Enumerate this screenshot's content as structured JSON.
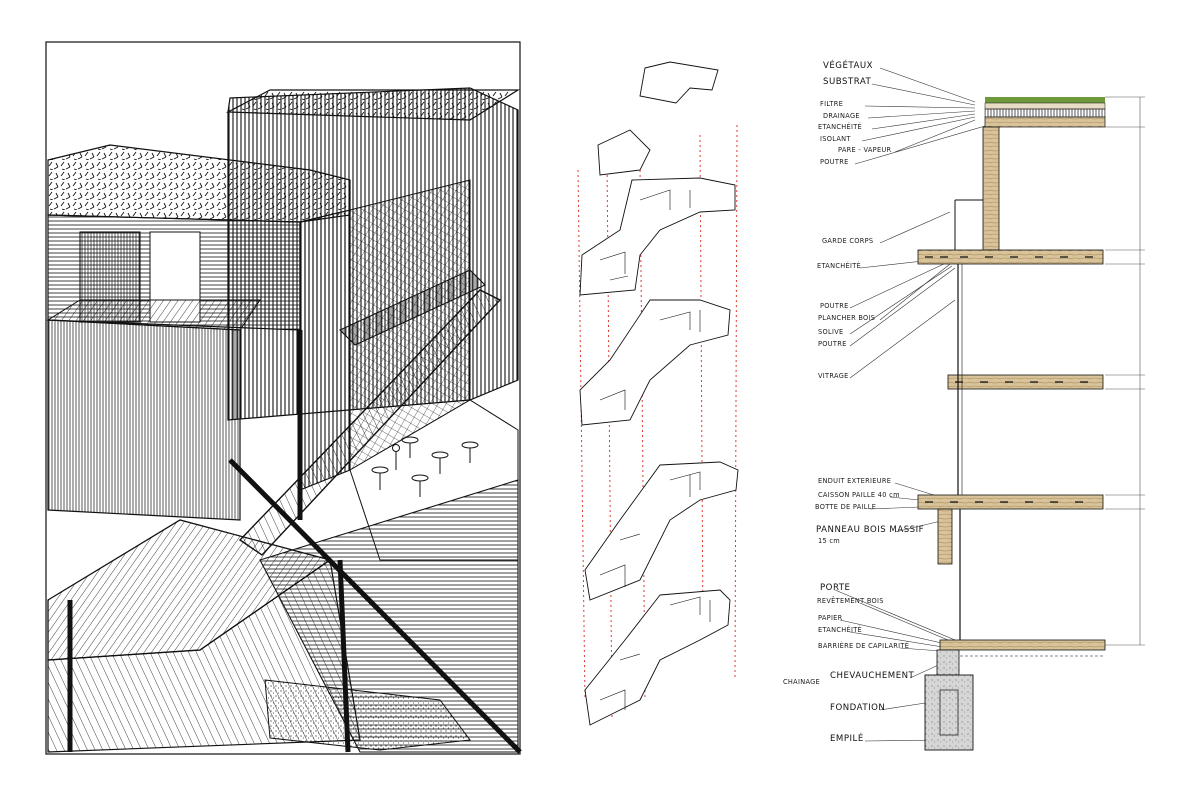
{
  "colors": {
    "ink": "#111111",
    "wood": "#d8c39a",
    "wood_dark": "#a88a58",
    "green_roof": "#6f9a3c",
    "red_guides": "#e03a2f",
    "concrete": "#cfcfcf"
  },
  "section_labels": {
    "top": [
      {
        "id": "vegetaux",
        "text": "VÉGÉTAUX"
      },
      {
        "id": "substrat",
        "text": "SUBSTRAT"
      },
      {
        "id": "filtre",
        "text": "FILTRE"
      },
      {
        "id": "drainage",
        "text": "DRAINAGE"
      },
      {
        "id": "etancheite1",
        "text": "ETANCHÉITÉ"
      },
      {
        "id": "isolant",
        "text": "ISOLANT"
      },
      {
        "id": "pare_vapeur",
        "text": "PARE - VAPEUR"
      },
      {
        "id": "poutre1",
        "text": "POUTRE"
      }
    ],
    "middle": [
      {
        "id": "garde_corps",
        "text": "GARDE CORPS"
      },
      {
        "id": "etancheite2",
        "text": "ETANCHÉITÉ"
      },
      {
        "id": "poutre2",
        "text": "POUTRE"
      },
      {
        "id": "plancher_bois",
        "text": "PLANCHER BOIS"
      },
      {
        "id": "solive",
        "text": "SOLIVE"
      },
      {
        "id": "poutre3",
        "text": "POUTRE"
      },
      {
        "id": "vitrage",
        "text": "VITRAGE"
      }
    ],
    "lower": [
      {
        "id": "enduit",
        "text": "ENDUIT EXTERIEURE"
      },
      {
        "id": "caisson",
        "text": "CAISSON PAILLE 40 cm"
      },
      {
        "id": "botte",
        "text": "BOTTE DE PAILLE"
      },
      {
        "id": "panneau",
        "text": "PANNEAU BOIS MASSIF"
      },
      {
        "id": "panneau_thk",
        "text": "15 cm"
      }
    ],
    "bottom": [
      {
        "id": "porte",
        "text": "PORTE"
      },
      {
        "id": "revetement",
        "text": "REVÊTEMENT BOIS"
      },
      {
        "id": "papier",
        "text": "PAPIER"
      },
      {
        "id": "etancheite3",
        "text": "ETANCHÉITÉ"
      },
      {
        "id": "barriere",
        "text": "BARRIÈRE DE CAPILARITÉ"
      },
      {
        "id": "chainage",
        "text": "CHAINAGE"
      },
      {
        "id": "chevauchement",
        "text": "CHEVAUCHEMENT"
      },
      {
        "id": "fondation",
        "text": "FONDATION"
      },
      {
        "id": "empile",
        "text": "EMPILÉ"
      }
    ]
  }
}
